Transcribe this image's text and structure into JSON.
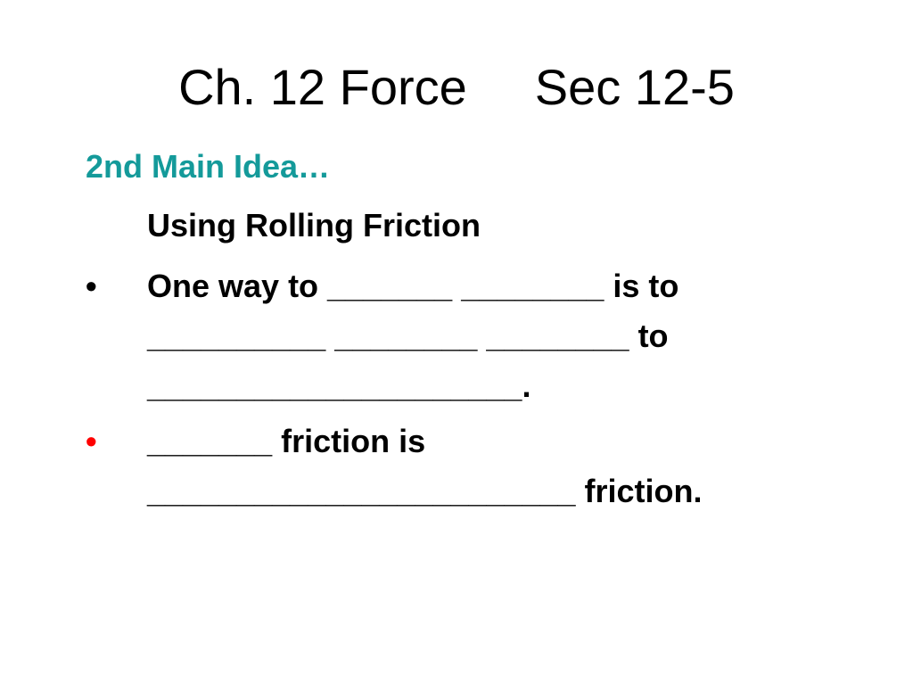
{
  "slide": {
    "title_left": "Ch. 12 Force",
    "title_right": "Sec 12-5",
    "subheading": "2nd Main Idea…",
    "topic": "Using Rolling Friction",
    "bullet_symbol": "•",
    "bullet1": {
      "line1": "One way to _______ ________ is to",
      "line2": "__________ ________ ________ to",
      "line3": "_____________________."
    },
    "bullet2": {
      "line1": "_______ friction is",
      "line2": "________________________ friction."
    }
  },
  "colors": {
    "subheading": "#149a9a",
    "bullet2": "#ff0000",
    "text": "#000000"
  }
}
